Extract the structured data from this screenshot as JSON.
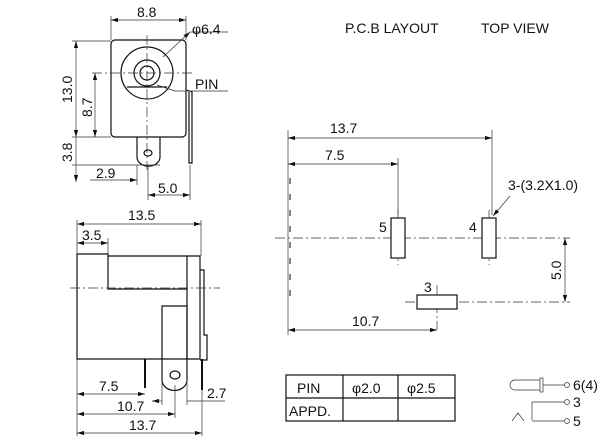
{
  "top_view": {
    "width_dim": "8.8",
    "diameter_dim": "φ6.4",
    "pin_label": "PIN",
    "height_dim": "13.0",
    "center_height_dim": "8.7",
    "tab_dim": "3.8",
    "tab_offset_dim": "2.9",
    "pin_offset_dim": "5.0"
  },
  "side_view": {
    "length_dim": "13.5",
    "front_dim": "3.5",
    "pin1_dim": "7.5",
    "pin2_dim": "10.7",
    "overall_dim": "13.7",
    "pin_thickness_dim": "2.7"
  },
  "pcb_layout": {
    "title": "P.C.B LAYOUT",
    "subtitle": "TOP VIEW",
    "overall_dim": "13.7",
    "pad5_dim": "7.5",
    "pad_spec": "3-(3.2X1.0)",
    "pad5_label": "5",
    "pad4_label": "4",
    "pad3_label": "3",
    "vertical_dim": "5.0",
    "pad3_dim": "10.7"
  },
  "pin_table": {
    "headers": [
      "PIN",
      "φ2.0",
      "φ2.5"
    ],
    "row_label": "APPD."
  },
  "schematic": {
    "labels": [
      "6(4)",
      "3",
      "5"
    ]
  }
}
